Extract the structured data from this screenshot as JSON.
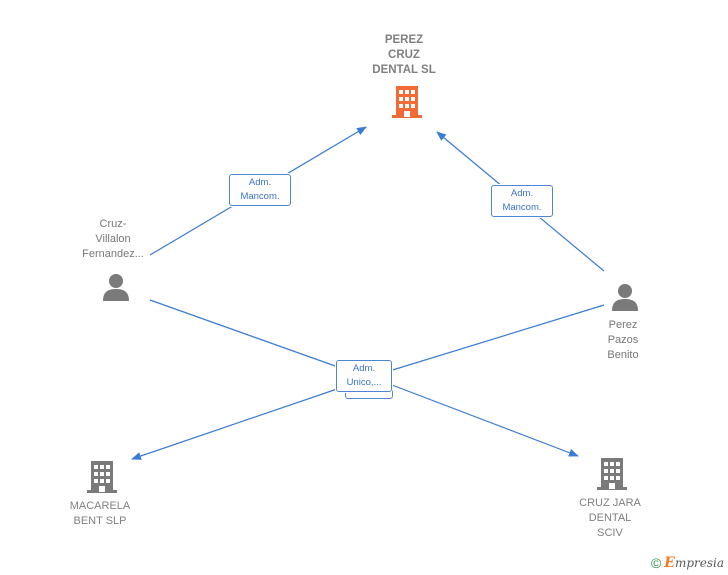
{
  "nodes": {
    "perez_cruz_dental": {
      "label": "PEREZ\nCRUZ\nDENTAL  SL",
      "type": "company",
      "highlight": true,
      "color": "#f26a35"
    },
    "cruz_villalon": {
      "label": "Cruz-\nVillalon\nFernandez...",
      "type": "person",
      "color": "#7a7a7a"
    },
    "perez_pazos": {
      "label": "Perez\nPazos\nBenito",
      "type": "person",
      "color": "#7a7a7a"
    },
    "macarela_bent": {
      "label": "MACARELA\nBENT  SLP",
      "type": "company",
      "color": "#7a7a7a"
    },
    "cruz_jara": {
      "label": "CRUZ JARA\nDENTAL\nSCIV",
      "type": "company",
      "color": "#7a7a7a"
    }
  },
  "edges": {
    "cruz_to_perez": {
      "label": "Adm.\nMancom."
    },
    "pazos_to_perez": {
      "label": "Adm.\nMancom."
    },
    "unico": {
      "label": "Adm.\nUnico,..."
    }
  },
  "colors": {
    "edge": "#3a7bd5",
    "accent": "#f26a35",
    "icon_gray": "#7a7a7a"
  },
  "watermark": {
    "copyright": "©",
    "brand_initial": "E",
    "brand_rest": "mpresia"
  }
}
